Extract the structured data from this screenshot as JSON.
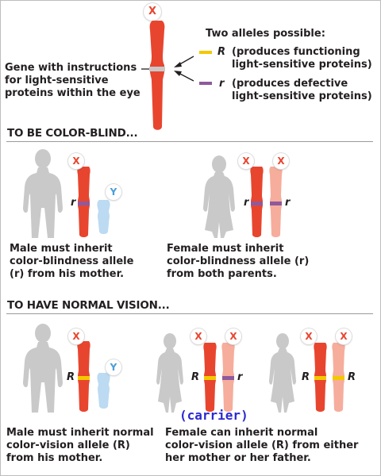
{
  "colors": {
    "x_chrom": "#e8452f",
    "x_chrom_light": "#f6ad9c",
    "y_chrom": "#bcdaf2",
    "allele_R": "#f3c800",
    "allele_r": "#8e5a9c",
    "gene_band": "#c8c8c8",
    "silhouette": "#c9c9c9",
    "badge_text": "#e8452f",
    "badge_y_text": "#4b9ed8",
    "carrier": "#2b2ad0"
  },
  "top": {
    "x_label": "X",
    "gene_label": [
      "Gene with instructions",
      "for light-sensitive",
      "proteins within the eye"
    ],
    "alleles_title": "Two alleles possible:",
    "allele_R_symbol": "R",
    "allele_R_desc": [
      "(produces functioning",
      "light-sensitive proteins)"
    ],
    "allele_r_symbol": "r",
    "allele_r_desc": [
      "(produces defective",
      "light-sensitive proteins)"
    ]
  },
  "colorblind": {
    "heading": "TO BE COLOR-BLIND...",
    "male_caption": [
      "Male must inherit",
      "color-blindness allele",
      "(r) from his mother."
    ],
    "female_caption": [
      "Female must inherit",
      "color-blindness allele (r)",
      "from both parents."
    ]
  },
  "normal": {
    "heading": "TO HAVE NORMAL VISION...",
    "carrier_label": "(carrier)",
    "male_caption": [
      "Male must inherit normal",
      "color-vision allele (R)",
      "from his mother."
    ],
    "female_caption": [
      "Female can inherit normal",
      "color-vision allele (R) from either",
      "her mother or her father."
    ]
  },
  "labels": {
    "x": "X",
    "y": "Y",
    "R": "R",
    "r": "r"
  }
}
